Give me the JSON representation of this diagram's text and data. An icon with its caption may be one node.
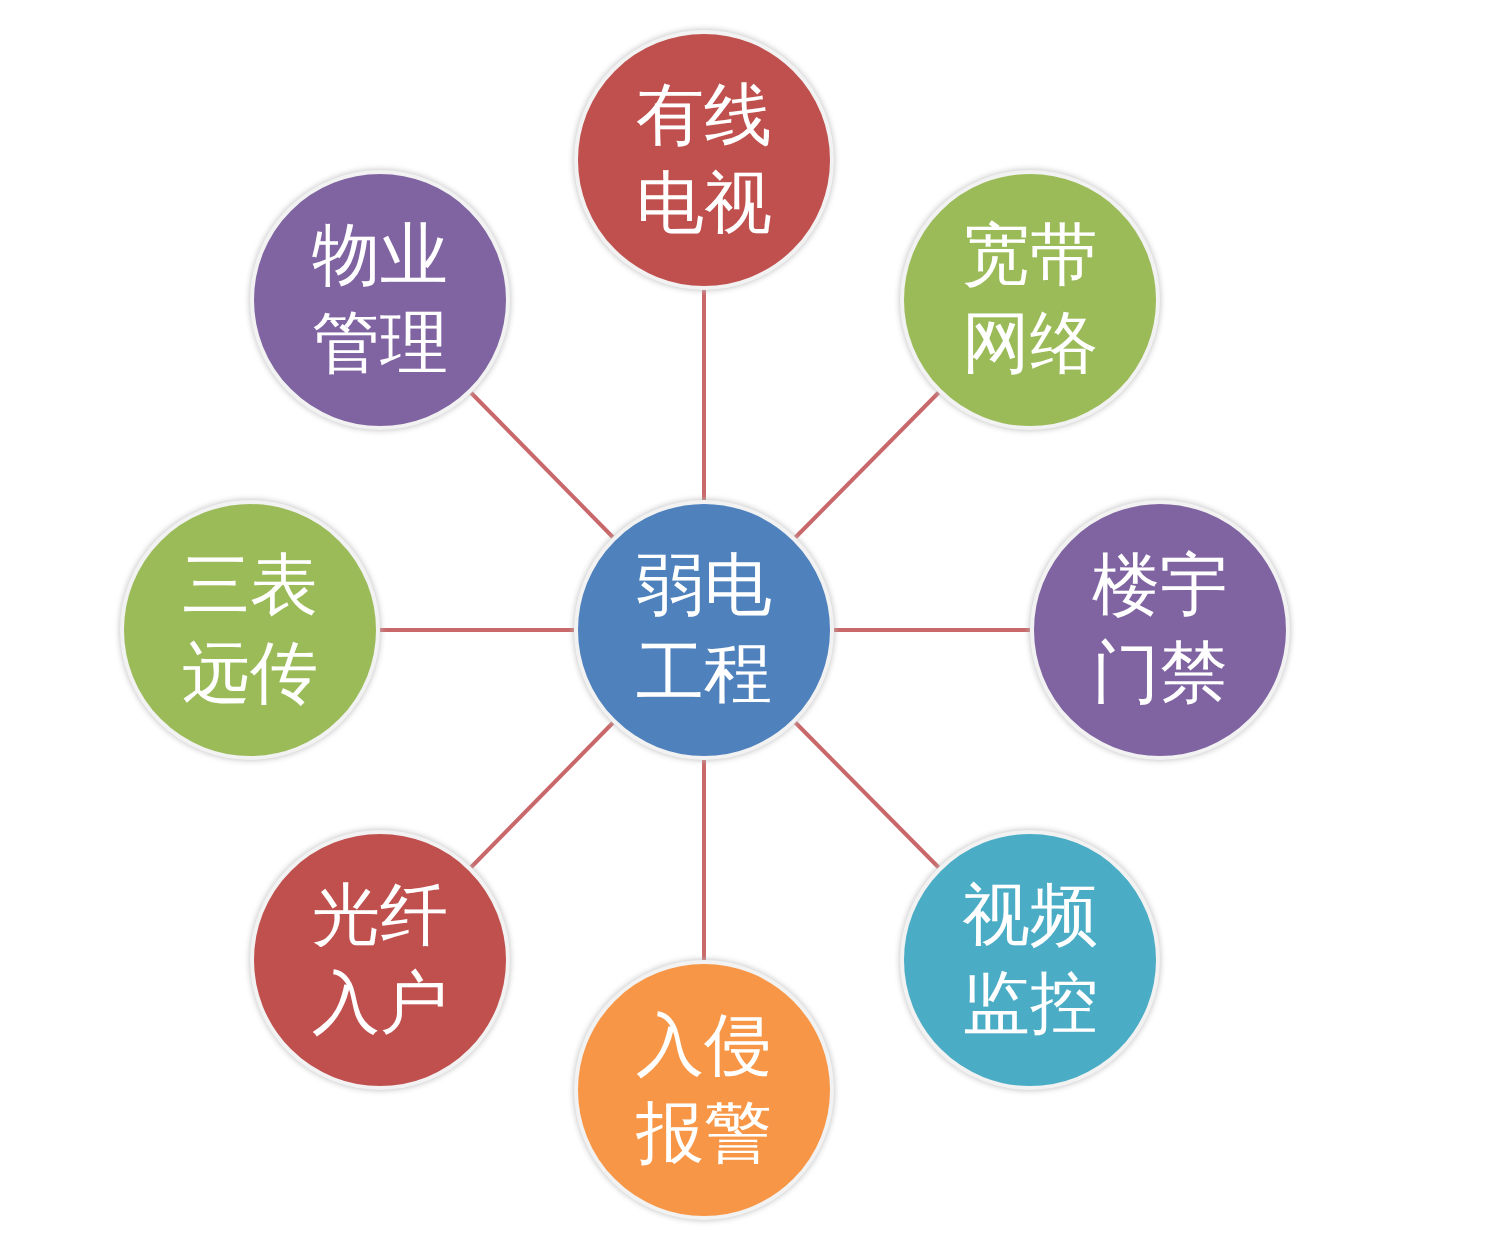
{
  "diagram": {
    "nodes": [
      {
        "text": [
          "弱电工程"
        ]
      },
      {
        "text": [
          "有线电视"
        ]
      },
      {
        "text": [
          "宽带网络"
        ]
      },
      {
        "text": [
          "楼宇门禁"
        ]
      },
      {
        "text": [
          "视频监控"
        ]
      },
      {
        "text": [
          "入侵报警"
        ]
      },
      {
        "text": [
          "光纤入户"
        ]
      },
      {
        "text": [
          "三表远传"
        ]
      },
      {
        "text": [
          "物业管理"
        ]
      }
    ],
    "edges": [
      {
        "from": 0,
        "to": 1,
        "arrow": "none"
      },
      {
        "from": 0,
        "to": 2,
        "arrow": "none"
      },
      {
        "from": 0,
        "to": 3,
        "arrow": "none"
      },
      {
        "from": 0,
        "to": 4,
        "arrow": "none"
      },
      {
        "from": 0,
        "to": 5,
        "arrow": "none"
      },
      {
        "from": 0,
        "to": 6,
        "arrow": "none"
      },
      {
        "from": 0,
        "to": 7,
        "arrow": "none"
      },
      {
        "from": 0,
        "to": 8,
        "arrow": "none"
      }
    ]
  }
}
